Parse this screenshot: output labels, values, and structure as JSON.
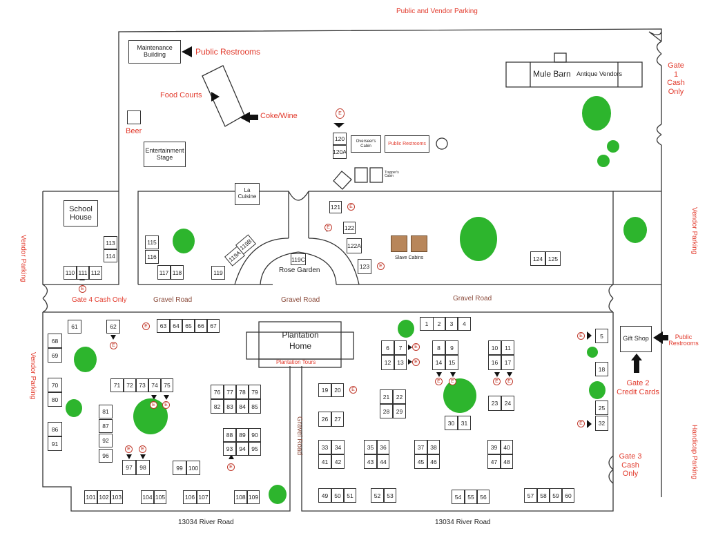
{
  "labels": {
    "public_vendor_parking": "Public and Vendor Parking",
    "maintenance": "Maintenance Building",
    "public_restrooms_top": "Public Restrooms",
    "food_courts": "Food Courts",
    "coke_wine": "Coke/Wine",
    "beer": "Beer",
    "entertainment": "Entertainment Stage",
    "mule_barn": "Mule Barn",
    "antique_vendors": "Antique Vendors",
    "gate1": "Gate 1 Cash Only",
    "overseer": "Overseer's Cabin",
    "public_restrooms_mid": "Public Restrooms",
    "trappers_cabin": "Trapper's Cabin",
    "school_house": "School House",
    "la_cuisine": "La Cuisine",
    "rose_garden": "Rose Garden",
    "slave_cabins": "Slave Cabins",
    "vendor_parking_left": "Vendor Parking",
    "vendor_parking_left2": "Vendor Parking",
    "vendor_parking_right": "Vendor Parking",
    "gate4": "Gate 4 Cash Only",
    "gravel_road_1": "Gravel Road",
    "gravel_road_2": "Gravel Road",
    "gravel_road_3": "Gravel Road",
    "gravel_road_vertical": "Gravel Road",
    "plantation_home": "Plantation Home",
    "plantation_tours": "Plantation Tours",
    "gift_shop": "Gift Shop",
    "public_restrooms_right": "Public Restrooms",
    "gate2": "Gate 2 Credit Cards",
    "gate3": "Gate 3 Cash Only",
    "handicap_parking": "Handicap Parking",
    "river_road_left": "13034 River Road",
    "river_road_right": "13034 River Road"
  },
  "lots": [
    "120",
    "120A",
    "121",
    "122",
    "122A",
    "123",
    "113",
    "114",
    "110",
    "111",
    "112",
    "115",
    "116",
    "117",
    "118",
    "119",
    "119A",
    "119B",
    "119C",
    "124",
    "125",
    "61",
    "62",
    "63",
    "64",
    "65",
    "66",
    "67",
    "68",
    "69",
    "70",
    "80",
    "86",
    "91",
    "71",
    "72",
    "73",
    "74",
    "75",
    "81",
    "87",
    "92",
    "96",
    "97",
    "98",
    "99",
    "100",
    "76",
    "77",
    "78",
    "79",
    "82",
    "83",
    "84",
    "85",
    "88",
    "89",
    "90",
    "93",
    "94",
    "95",
    "101",
    "102",
    "103",
    "104",
    "105",
    "106",
    "107",
    "108",
    "109",
    "1",
    "2",
    "3",
    "4",
    "5",
    "6",
    "7",
    "12",
    "13",
    "8",
    "9",
    "14",
    "15",
    "10",
    "11",
    "16",
    "17",
    "18",
    "19",
    "20",
    "21",
    "22",
    "28",
    "29",
    "23",
    "24",
    "25",
    "32",
    "26",
    "27",
    "30",
    "31",
    "33",
    "34",
    "41",
    "42",
    "35",
    "36",
    "43",
    "44",
    "37",
    "38",
    "45",
    "46",
    "39",
    "40",
    "47",
    "48",
    "49",
    "50",
    "51",
    "52",
    "53",
    "54",
    "55",
    "56",
    "57",
    "58",
    "59",
    "60"
  ],
  "map_symbol": "E",
  "colors": {
    "tree": "#2db52d",
    "label_red": "#e23a2c",
    "cabin": "#b8865a"
  }
}
